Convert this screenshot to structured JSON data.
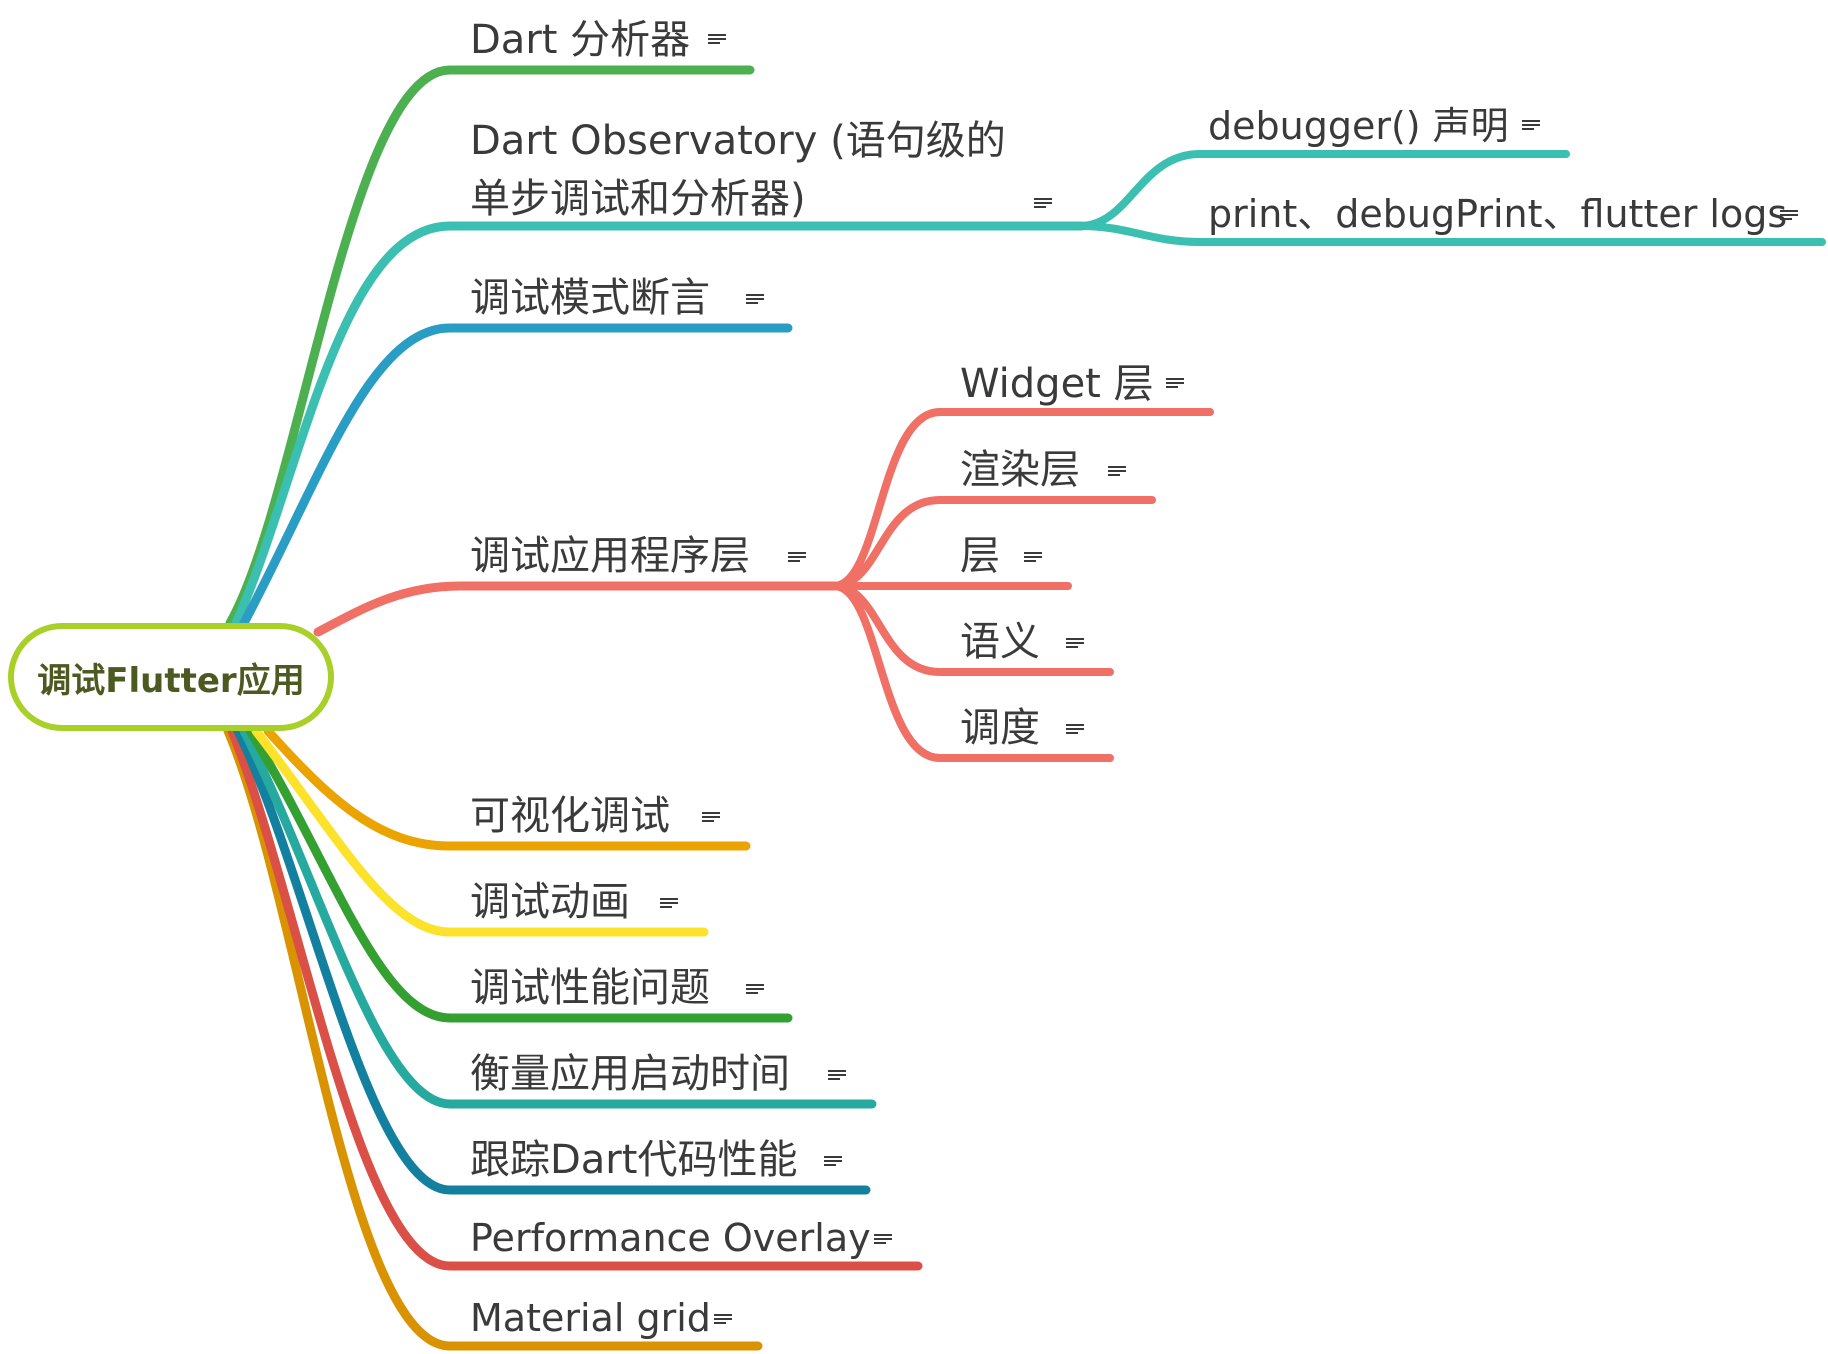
{
  "root": {
    "label": "调试Flutter应用",
    "border_color": "#a8d028",
    "text_color": "#4c5a22"
  },
  "nodes": [
    {
      "id": "dart-analyzer",
      "label": "Dart 分析器",
      "color": "#4caf50"
    },
    {
      "id": "dart-observatory",
      "label": "Dart Observatory (语句级的单步调试和分析器)",
      "color": "#3bbfb0",
      "children": [
        {
          "id": "debugger",
          "label": "debugger() 声明"
        },
        {
          "id": "print",
          "label": "print、debugPrint、flutter logs"
        }
      ]
    },
    {
      "id": "debug-assert",
      "label": "调试模式断言",
      "color": "#2a9dc4"
    },
    {
      "id": "app-layers",
      "label": "调试应用程序层",
      "color": "#f07066",
      "children": [
        {
          "id": "widget-layer",
          "label": "Widget 层"
        },
        {
          "id": "render-layer",
          "label": "渲染层"
        },
        {
          "id": "layer",
          "label": "层"
        },
        {
          "id": "semantics",
          "label": "语义"
        },
        {
          "id": "scheduling",
          "label": "调度"
        }
      ]
    },
    {
      "id": "visual-debug",
      "label": "可视化调试",
      "color": "#eaa300"
    },
    {
      "id": "debug-animation",
      "label": "调试动画",
      "color": "#fce22a"
    },
    {
      "id": "debug-performance",
      "label": "调试性能问题",
      "color": "#33a031"
    },
    {
      "id": "startup-time",
      "label": "衡量应用启动时间",
      "color": "#26aaa0"
    },
    {
      "id": "trace-dart",
      "label": "跟踪Dart代码性能",
      "color": "#12809e"
    },
    {
      "id": "performance-overlay",
      "label": "Performance Overlay",
      "color": "#db5046"
    },
    {
      "id": "material-grid",
      "label": "Material grid",
      "color": "#d99300"
    }
  ]
}
